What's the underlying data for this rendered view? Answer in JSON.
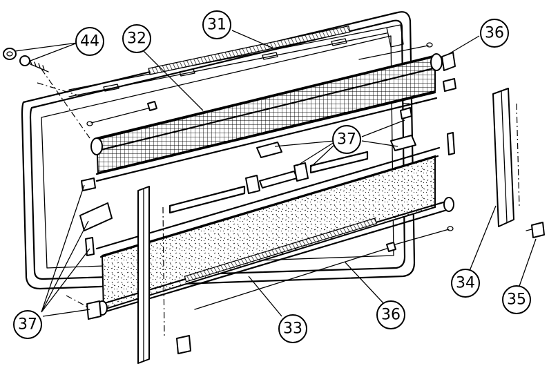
{
  "callouts": {
    "c44": "44",
    "c32": "32",
    "c31": "31",
    "c36_top": "36",
    "c37_mid": "37",
    "c34": "34",
    "c35": "35",
    "c37_left": "37",
    "c33": "33",
    "c36_bottom": "36"
  },
  "colors": {
    "ink": "#000000",
    "paper": "#ffffff"
  }
}
